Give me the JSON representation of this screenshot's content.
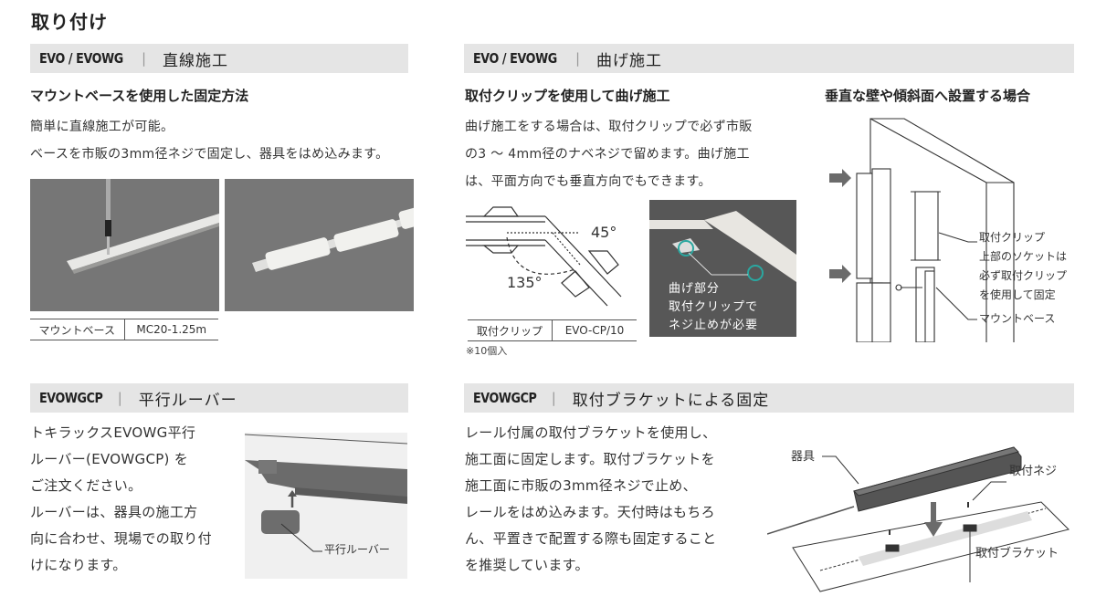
{
  "page": {
    "title": "取り付け"
  },
  "sections": {
    "straight": {
      "model": "EVO / EVOWG",
      "separator": "|",
      "title": "直線施工",
      "subtitle": "マウントベースを使用した固定方法",
      "body": "簡単に直線施工が可能。\nベースを市販の3mm径ネジで固定し、器具をはめ込みます。",
      "spec": {
        "label": "マウントベース",
        "value": "MC20-1.25m"
      }
    },
    "bend": {
      "model": "EVO / EVOWG",
      "separator": "|",
      "title": "曲げ施工",
      "subtitle": "取付クリップを使用して曲げ施工",
      "body": "曲げ施工をする場合は、取付クリップで必ず市販\nの3 〜 4mm径のナベネジで留めます。曲げ施工\nは、平面方向でも垂直方向でもできます。",
      "diagram": {
        "angle_small": "45°",
        "angle_large": "135°"
      },
      "spec": {
        "label": "取付クリップ",
        "value": "EVO-CP/10"
      },
      "note": "※10個入",
      "photo_caption": "曲げ部分\n取付クリップで\nネジ止めが必要"
    },
    "vertical": {
      "subtitle": "垂直な壁や傾斜面へ設置する場合",
      "callout_clip": "取付クリップ\n上部のソケットは\n必ず取付クリップ\nを使用して固定",
      "callout_base": "マウントベース"
    },
    "louver": {
      "model": "EVOWGCP",
      "separator": "|",
      "title": "平行ルーバー",
      "body": "トキラックスEVOWG平行\nルーバー(EVOWGCP) を\nご注文ください。\nルーバーは、器具の施工方\n向に合わせ、現場での取り付\nけになります。",
      "callout": "平行ルーバー"
    },
    "bracket": {
      "model": "EVOWGCP",
      "separator": "|",
      "title": "取付ブラケットによる固定",
      "body": "レール付属の取付ブラケットを使用し、\n施工面に固定します。取付ブラケットを\n施工面に市販の3mm径ネジで止め、\nレールをはめ込みます。天付時はもちろ\nん、平置きで配置する際も固定すること\nを推奨しています。",
      "callout_fixture": "器具",
      "callout_screw": "取付ネジ",
      "callout_bracket": "取付ブラケット"
    }
  },
  "colors": {
    "bar_bg": "#e5e5e5",
    "photo_bg": "#747474",
    "accent_teal": "#2aa7a0",
    "arrow_gray": "#6b6b6b"
  }
}
